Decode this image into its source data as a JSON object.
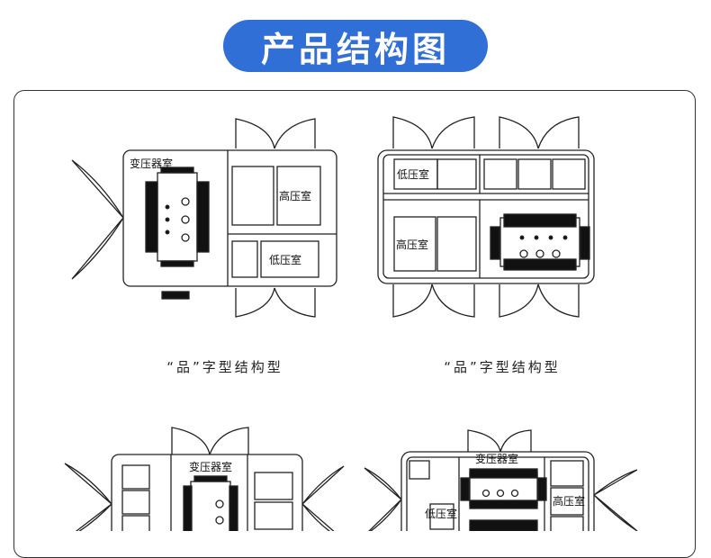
{
  "title": "产品结构图",
  "captions": {
    "top_left": "“品”字型结构型",
    "top_right": "“品”字型结构型"
  },
  "labels": {
    "transformer_room": "变压器室",
    "high_voltage_room": "高压室",
    "low_voltage_room": "低压室"
  }
}
